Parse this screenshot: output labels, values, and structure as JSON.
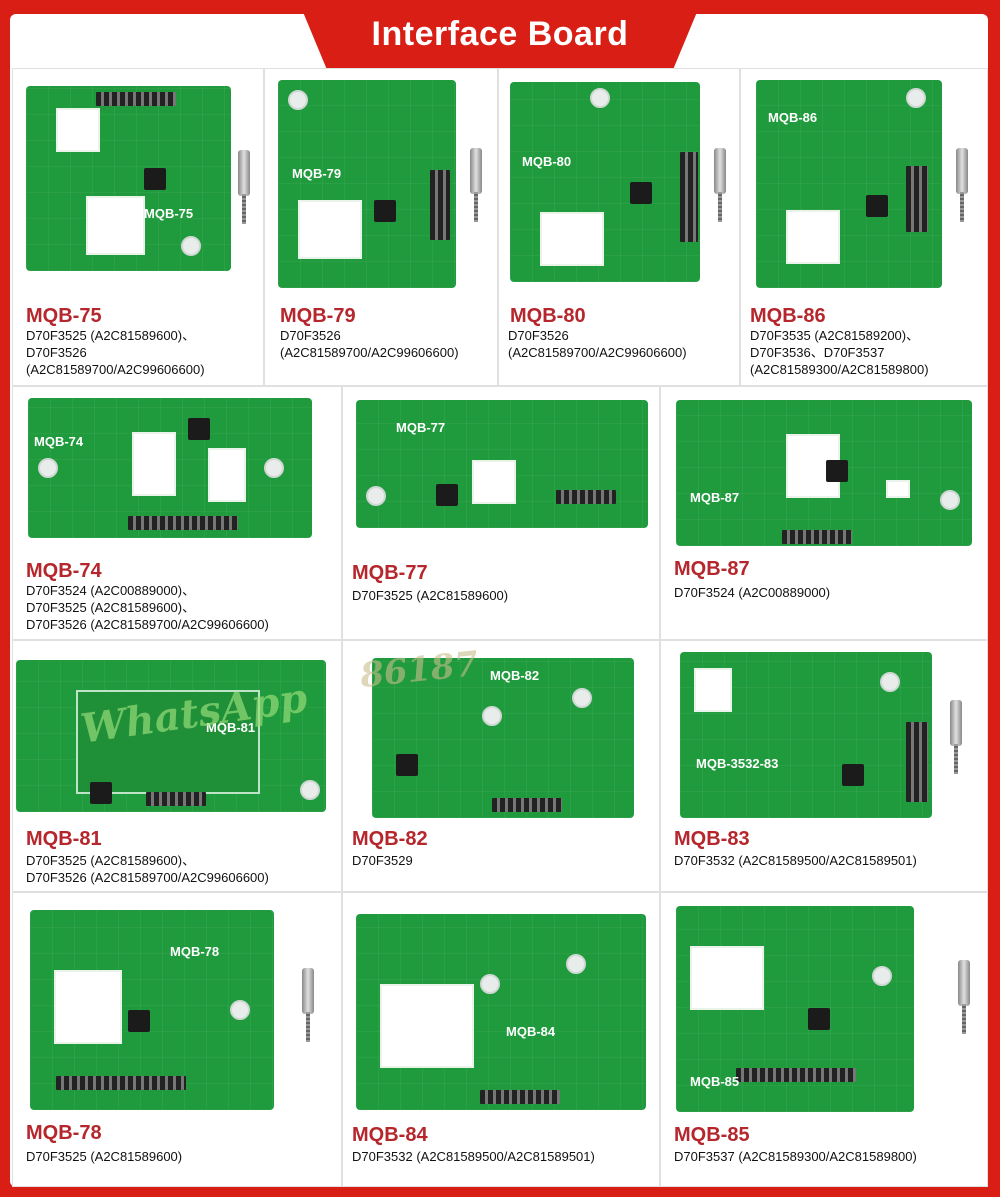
{
  "banner": {
    "title": "Interface Board"
  },
  "watermark": {
    "text": "WhatsApp",
    "text2": "86187"
  },
  "boards": [
    {
      "model": "MQB-75",
      "desc": "D70F3525 (A2C81589600)、\nD70F3526\n(A2C81589700/A2C99606600)",
      "pcb": "MQB-75"
    },
    {
      "model": "MQB-79",
      "desc": "D70F3526\n(A2C81589700/A2C99606600)",
      "pcb": "MQB-79"
    },
    {
      "model": "MQB-80",
      "desc": "D70F3526\n(A2C81589700/A2C99606600)",
      "pcb": "MQB-80"
    },
    {
      "model": "MQB-86",
      "desc": "D70F3535 (A2C81589200)、\nD70F3536、D70F3537\n(A2C81589300/A2C81589800)",
      "pcb": "MQB-86"
    },
    {
      "model": "MQB-74",
      "desc": "D70F3524 (A2C00889000)、\nD70F3525 (A2C81589600)、\nD70F3526 (A2C81589700/A2C99606600)",
      "pcb": "MQB-74"
    },
    {
      "model": "MQB-77",
      "desc": "D70F3525 (A2C81589600)",
      "pcb": "MQB-77"
    },
    {
      "model": "MQB-87",
      "desc": "D70F3524 (A2C00889000)",
      "pcb": "MQB-87"
    },
    {
      "model": "MQB-81",
      "desc": "D70F3525 (A2C81589600)、\nD70F3526 (A2C81589700/A2C99606600)",
      "pcb": "MQB-81"
    },
    {
      "model": "MQB-82",
      "desc": "D70F3529",
      "pcb": "MQB-82"
    },
    {
      "model": "MQB-83",
      "desc": "D70F3532 (A2C81589500/A2C81589501)",
      "pcb": "MQB-3532-83"
    },
    {
      "model": "MQB-78",
      "desc": "D70F3525 (A2C81589600)",
      "pcb": "MQB-78"
    },
    {
      "model": "MQB-84",
      "desc": "D70F3532 (A2C81589500/A2C81589501)",
      "pcb": "MQB-84"
    },
    {
      "model": "MQB-85",
      "desc": "D70F3537 (A2C81589300/A2C81589800)",
      "pcb": "MQB-85"
    }
  ]
}
